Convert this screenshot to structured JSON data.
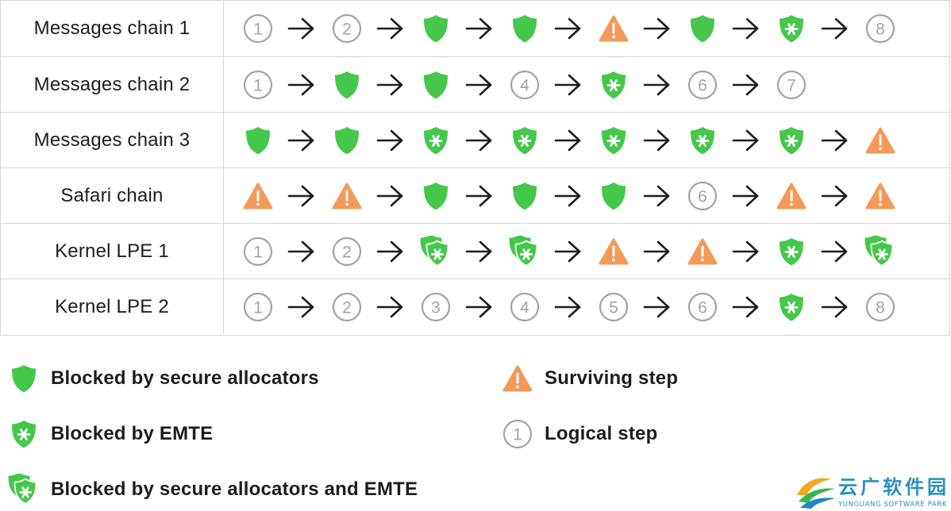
{
  "chains": [
    {
      "name": "Messages chain 1",
      "steps": [
        {
          "type": "logical",
          "label": "1"
        },
        {
          "type": "logical",
          "label": "2"
        },
        {
          "type": "allocator"
        },
        {
          "type": "allocator"
        },
        {
          "type": "surviving"
        },
        {
          "type": "allocator"
        },
        {
          "type": "emte"
        },
        {
          "type": "logical",
          "label": "8"
        }
      ]
    },
    {
      "name": "Messages chain 2",
      "steps": [
        {
          "type": "logical",
          "label": "1"
        },
        {
          "type": "allocator"
        },
        {
          "type": "allocator"
        },
        {
          "type": "logical",
          "label": "4"
        },
        {
          "type": "emte"
        },
        {
          "type": "logical",
          "label": "6"
        },
        {
          "type": "logical",
          "label": "7"
        }
      ]
    },
    {
      "name": "Messages chain 3",
      "steps": [
        {
          "type": "allocator"
        },
        {
          "type": "allocator"
        },
        {
          "type": "emte"
        },
        {
          "type": "emte"
        },
        {
          "type": "emte"
        },
        {
          "type": "emte"
        },
        {
          "type": "emte"
        },
        {
          "type": "surviving"
        }
      ]
    },
    {
      "name": "Safari chain",
      "steps": [
        {
          "type": "surviving"
        },
        {
          "type": "surviving"
        },
        {
          "type": "allocator"
        },
        {
          "type": "allocator"
        },
        {
          "type": "allocator"
        },
        {
          "type": "logical",
          "label": "6"
        },
        {
          "type": "surviving"
        },
        {
          "type": "surviving"
        }
      ]
    },
    {
      "name": "Kernel LPE 1",
      "steps": [
        {
          "type": "logical",
          "label": "1"
        },
        {
          "type": "logical",
          "label": "2"
        },
        {
          "type": "both"
        },
        {
          "type": "both"
        },
        {
          "type": "surviving"
        },
        {
          "type": "surviving"
        },
        {
          "type": "emte"
        },
        {
          "type": "both"
        }
      ]
    },
    {
      "name": "Kernel LPE 2",
      "steps": [
        {
          "type": "logical",
          "label": "1"
        },
        {
          "type": "logical",
          "label": "2"
        },
        {
          "type": "logical",
          "label": "3"
        },
        {
          "type": "logical",
          "label": "4"
        },
        {
          "type": "logical",
          "label": "5"
        },
        {
          "type": "logical",
          "label": "6"
        },
        {
          "type": "emte"
        },
        {
          "type": "logical",
          "label": "8"
        }
      ]
    }
  ],
  "legend": {
    "allocator": "Blocked by secure allocators",
    "emte": "Blocked by EMTE",
    "both": "Blocked by secure allocators and EMTE",
    "surviving": "Surviving step",
    "logical": "Logical step",
    "logical_sample_label": "1"
  },
  "watermark": {
    "text": "云广软件园",
    "subtext": "YUNGUANG SOFTWARE PARK"
  },
  "colors": {
    "green": "#45c74b",
    "green_dark": "#2e9e38",
    "orange": "#f39a5a",
    "gray": "#a3a3a3",
    "text": "#1d1d1f",
    "grid": "#d6d6d6",
    "arrow": "#1d1d1f"
  },
  "icons": {
    "allocator": "shield-icon",
    "emte": "shield-asterisk-icon",
    "both": "double-shield-asterisk-icon",
    "surviving": "warning-triangle-icon",
    "logical": "numbered-circle-icon",
    "arrow": "right-arrow-icon"
  }
}
